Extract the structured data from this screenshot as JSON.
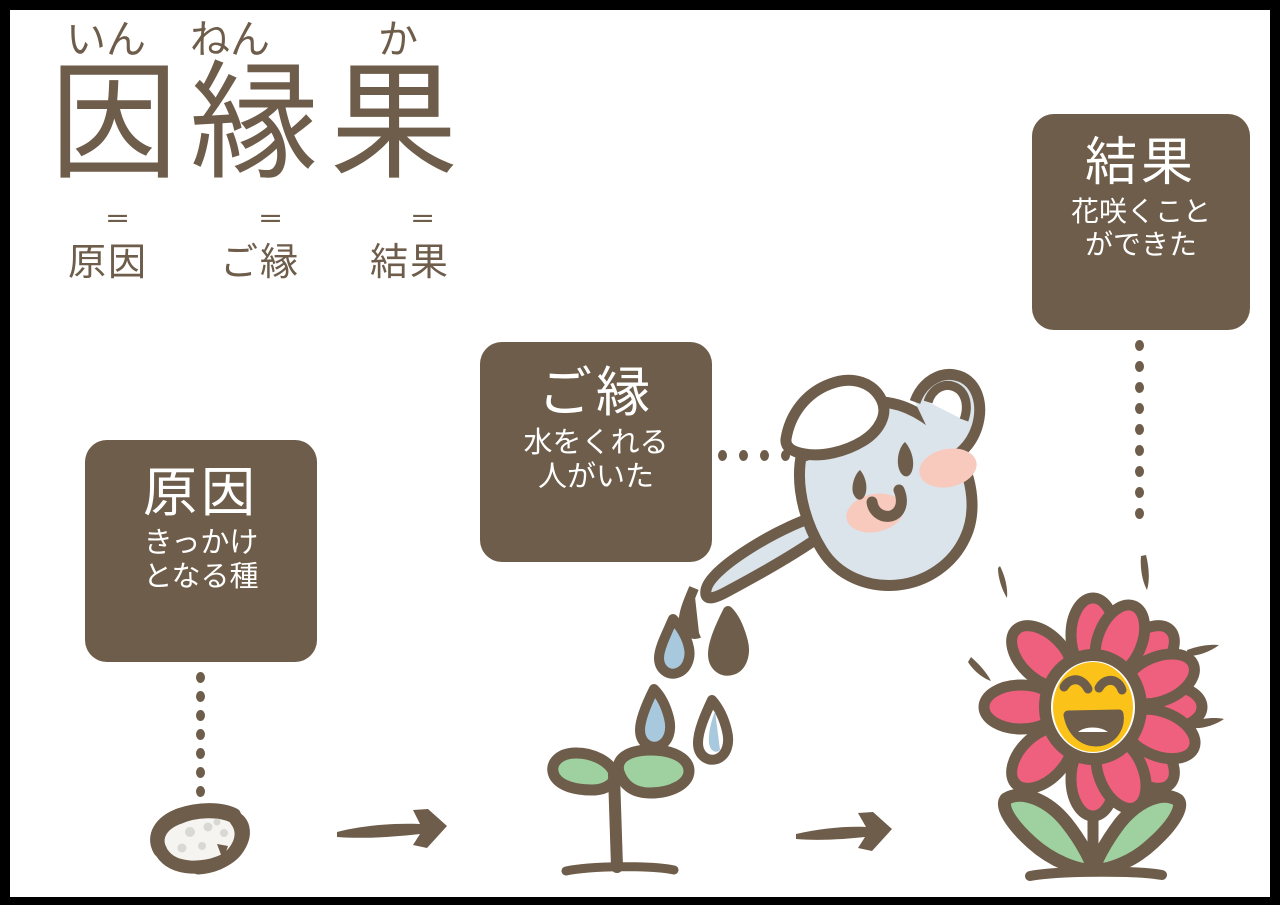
{
  "page": {
    "title": "因縁果",
    "background": "#ffffff",
    "frame_color": "#000000",
    "ink_color": "#6e5d4a"
  },
  "title_block": {
    "furigana": [
      "いん",
      "ねん",
      "か"
    ],
    "kanji": [
      "因",
      "縁",
      "果"
    ],
    "equals": [
      "=",
      "=",
      "="
    ],
    "glosses": [
      "原因",
      "ご縁",
      "結果"
    ]
  },
  "cards": [
    {
      "id": "cause",
      "title": "原因",
      "subtitle": "きっかけ\nとなる種",
      "bg": "#6e5d4a",
      "text_color": "#ffffff"
    },
    {
      "id": "relation",
      "title": "ご縁",
      "subtitle": "水をくれる\n人がいた",
      "bg": "#6e5d4a",
      "text_color": "#ffffff"
    },
    {
      "id": "result",
      "title": "結果",
      "subtitle": "花咲くこと\nができた",
      "bg": "#6e5d4a",
      "text_color": "#ffffff"
    }
  ],
  "connectors": [
    {
      "name": "cause-to-seed",
      "orientation": "vertical",
      "dots": 8
    },
    {
      "name": "relation-to-wateringcan",
      "orientation": "horizontal",
      "dots": 5
    },
    {
      "name": "result-to-flower",
      "orientation": "vertical",
      "dots": 9
    }
  ],
  "illustrations": [
    {
      "name": "seed",
      "stage": 1,
      "colors": {
        "outline": "#6e5d4a",
        "fill": "#f3f3f0",
        "speckle": "#d8d8d4"
      }
    },
    {
      "name": "arrow-1",
      "direction": "right",
      "color": "#6e5d4a"
    },
    {
      "name": "sprout",
      "stage": 2,
      "colors": {
        "outline": "#6e5d4a",
        "leaf": "#9fd0a0"
      }
    },
    {
      "name": "watering-can",
      "colors": {
        "outline": "#6e5d4a",
        "body": "#dbe4ea",
        "blush": "#f8c9bd"
      }
    },
    {
      "name": "water-drops",
      "count": 6,
      "colors": {
        "outline": "#6e5d4a",
        "water": "#a8c8dd"
      }
    },
    {
      "name": "arrow-2",
      "direction": "right",
      "color": "#6e5d4a"
    },
    {
      "name": "flower",
      "stage": 3,
      "colors": {
        "outline": "#6e5d4a",
        "petal": "#ef5f7e",
        "center": "#fbc21a",
        "leaf": "#9fd0a0"
      }
    },
    {
      "name": "sparkles",
      "count": 5,
      "color": "#6e5d4a"
    },
    {
      "name": "ground-line",
      "color": "#6e5d4a"
    }
  ]
}
